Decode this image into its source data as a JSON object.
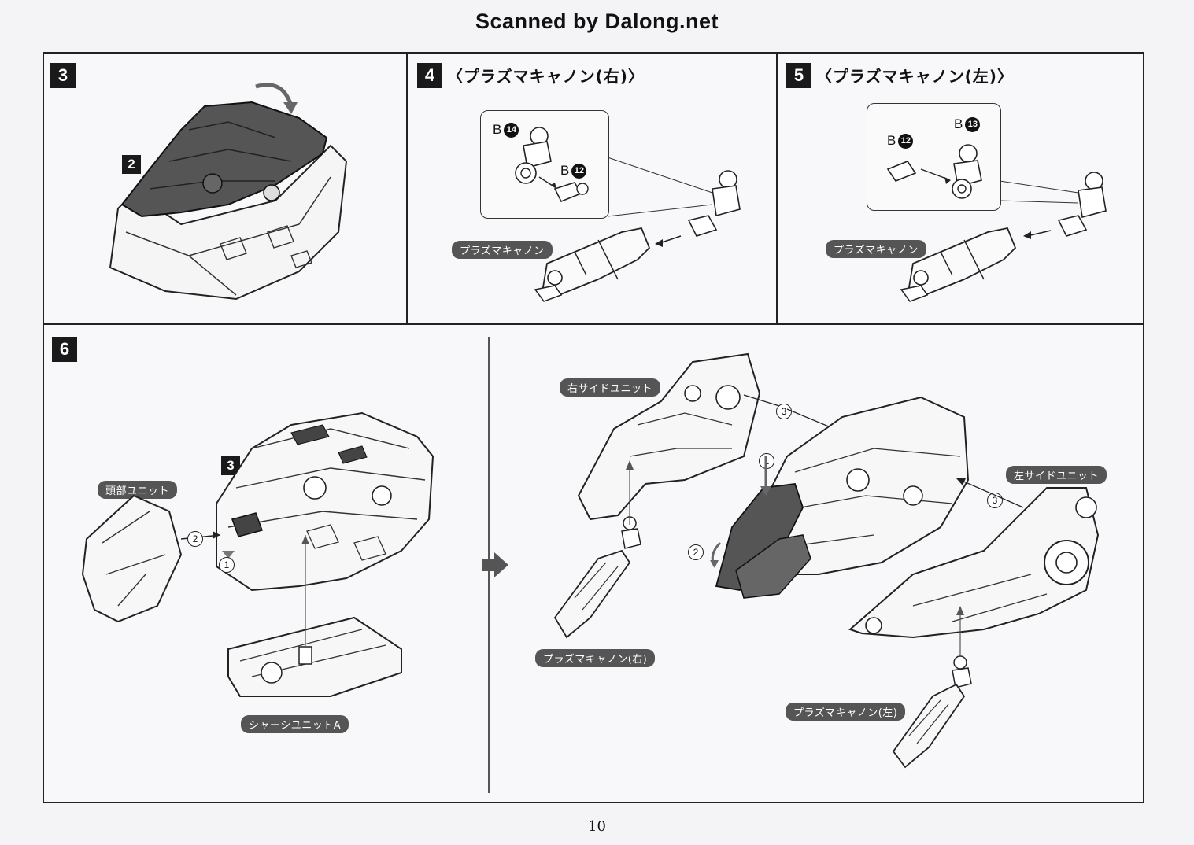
{
  "header": {
    "text": "Scanned by Dalong.net"
  },
  "page_number": "10",
  "steps": {
    "s3": {
      "num": "3",
      "sub_num": "2"
    },
    "s4": {
      "num": "4",
      "title": "〈プラズマキャノン(右)〉",
      "label": "プラズマキャノン",
      "parts": [
        {
          "letter": "B",
          "n": "14"
        },
        {
          "letter": "B",
          "n": "12"
        }
      ]
    },
    "s5": {
      "num": "5",
      "title": "〈プラズマキャノン(左)〉",
      "label": "プラズマキャノン",
      "parts": [
        {
          "letter": "B",
          "n": "13"
        },
        {
          "letter": "B",
          "n": "12"
        }
      ]
    },
    "s6": {
      "num": "6",
      "sub_num": "3",
      "labels": {
        "head": "頭部ユニット",
        "chassis": "シャーシユニットA",
        "right_side": "右サイドユニット",
        "left_side": "左サイドユニット",
        "cannon_r": "プラズマキャノン(右)",
        "cannon_l": "プラズマキャノン(左)"
      },
      "markers": {
        "m1": "1",
        "m2": "2",
        "m3": "3"
      }
    }
  }
}
